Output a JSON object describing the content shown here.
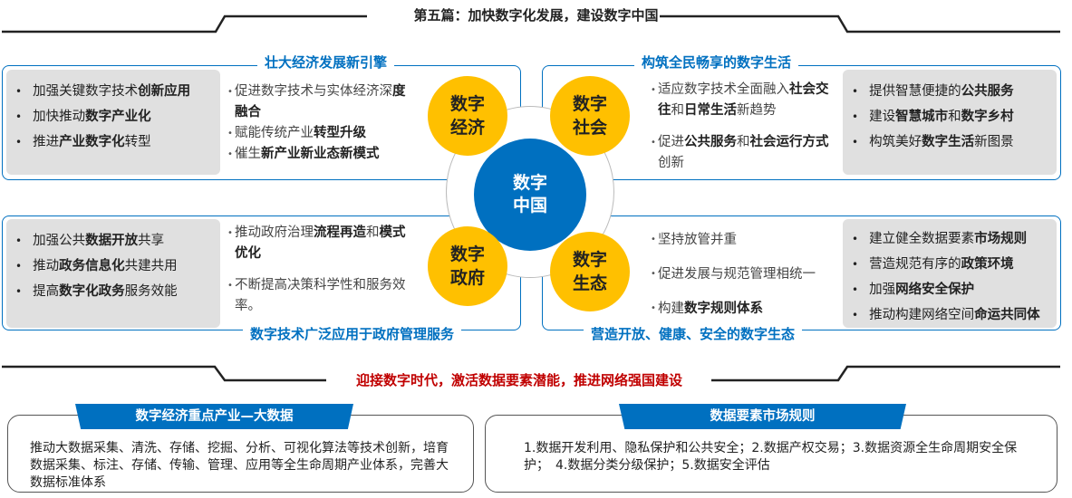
{
  "header": {
    "title": "第五篇：加快数字化发展，建设数字中国"
  },
  "economy": {
    "title": "壮大经济发展新引擎",
    "circle": "数字经济",
    "gray": [
      [
        {
          "t": "加强关键数字技术"
        },
        {
          "t": "创新应用",
          "b": 1
        }
      ],
      [
        {
          "t": "加快推动"
        },
        {
          "t": "数字产业化",
          "b": 1
        }
      ],
      [
        {
          "t": "推进"
        },
        {
          "t": "产业数字化",
          "b": 1
        },
        {
          "t": "转型"
        }
      ]
    ],
    "mid": [
      [
        {
          "t": "促进数字技术与实体经济深"
        },
        {
          "t": "度融合",
          "b": 1
        }
      ],
      [
        {
          "t": "赋能传统产业"
        },
        {
          "t": "转型升级",
          "b": 1
        }
      ],
      [
        {
          "t": "催生"
        },
        {
          "t": "新产业新业态新模式",
          "b": 1
        }
      ]
    ]
  },
  "society": {
    "title": "构筑全民畅享的数字生活",
    "circle": "数字社会",
    "mid": [
      [
        {
          "t": "适应数字技术全面融入"
        },
        {
          "t": "社会交往",
          "b": 1
        },
        {
          "t": "和"
        },
        {
          "t": "日常生活",
          "b": 1
        },
        {
          "t": "新趋势"
        }
      ],
      [
        {
          "t": "促进"
        },
        {
          "t": "公共服务",
          "b": 1
        },
        {
          "t": "和"
        },
        {
          "t": "社会运行方式",
          "b": 1
        },
        {
          "t": "创新"
        }
      ]
    ],
    "gray": [
      [
        {
          "t": "提供智慧便捷的"
        },
        {
          "t": "公共服务",
          "b": 1
        }
      ],
      [
        {
          "t": "建设"
        },
        {
          "t": "智慧城市",
          "b": 1
        },
        {
          "t": "和"
        },
        {
          "t": "数字乡村",
          "b": 1
        }
      ],
      [
        {
          "t": "构筑美好"
        },
        {
          "t": "数字生活",
          "b": 1
        },
        {
          "t": "新图景"
        }
      ]
    ]
  },
  "government": {
    "title": "数字技术广泛应用于政府管理服务",
    "circle": "数字政府",
    "gray": [
      [
        {
          "t": "加强公共"
        },
        {
          "t": "数据开放",
          "b": 1
        },
        {
          "t": "共享"
        }
      ],
      [
        {
          "t": "推动"
        },
        {
          "t": "政务信息化",
          "b": 1
        },
        {
          "t": "共建共用"
        }
      ],
      [
        {
          "t": "提高"
        },
        {
          "t": "数字化政务",
          "b": 1
        },
        {
          "t": "服务效能"
        }
      ]
    ],
    "mid": [
      [
        {
          "t": "推动政府治理"
        },
        {
          "t": "流程再造",
          "b": 1
        },
        {
          "t": "和"
        },
        {
          "t": "模式优化",
          "b": 1
        }
      ],
      [
        {
          "t": "不断提高决策科学性和服务效率。"
        }
      ]
    ]
  },
  "ecology": {
    "title": "营造开放、健康、安全的数字生态",
    "circle": "数字生态",
    "mid": [
      [
        {
          "t": "坚持放管并重"
        }
      ],
      [
        {
          "t": "促进发展与规范管理相统一"
        }
      ],
      [
        {
          "t": "构建"
        },
        {
          "t": "数字规则体系",
          "b": 1
        }
      ]
    ],
    "gray": [
      [
        {
          "t": "建立健全数据要素"
        },
        {
          "t": "市场规则",
          "b": 1
        }
      ],
      [
        {
          "t": "营造规范有序的"
        },
        {
          "t": "政策环境",
          "b": 1
        }
      ],
      [
        {
          "t": "加强"
        },
        {
          "t": "网络安全保护",
          "b": 1
        }
      ],
      [
        {
          "t": "推动构建网络空间"
        },
        {
          "t": "命运共同体",
          "b": 1
        }
      ]
    ]
  },
  "center": {
    "label": "数字中国"
  },
  "slogan": "迎接数字时代，激活数据要素潜能，推进网络强国建设",
  "bigdata": {
    "title": "数字经济重点产业—大数据",
    "text": "推动大数据采集、清洗、存储、挖掘、分析、可视化算法等技术创新，培育数据采集、标注、存储、传输、管理、应用等全生命周期产业体系，完善大数据标准体系"
  },
  "market": {
    "title": "数据要素市场规则",
    "text": "1.数据开发利用、隐私保护和公共安全；2.数据产权交易；3.数据资源全生命周期安全保护；　4.数据分类分级保护；5.数据安全评估"
  },
  "colors": {
    "blue": "#0070C0",
    "yellow": "#FFC000",
    "red": "#C00000",
    "gray": "#E0E0E0"
  }
}
